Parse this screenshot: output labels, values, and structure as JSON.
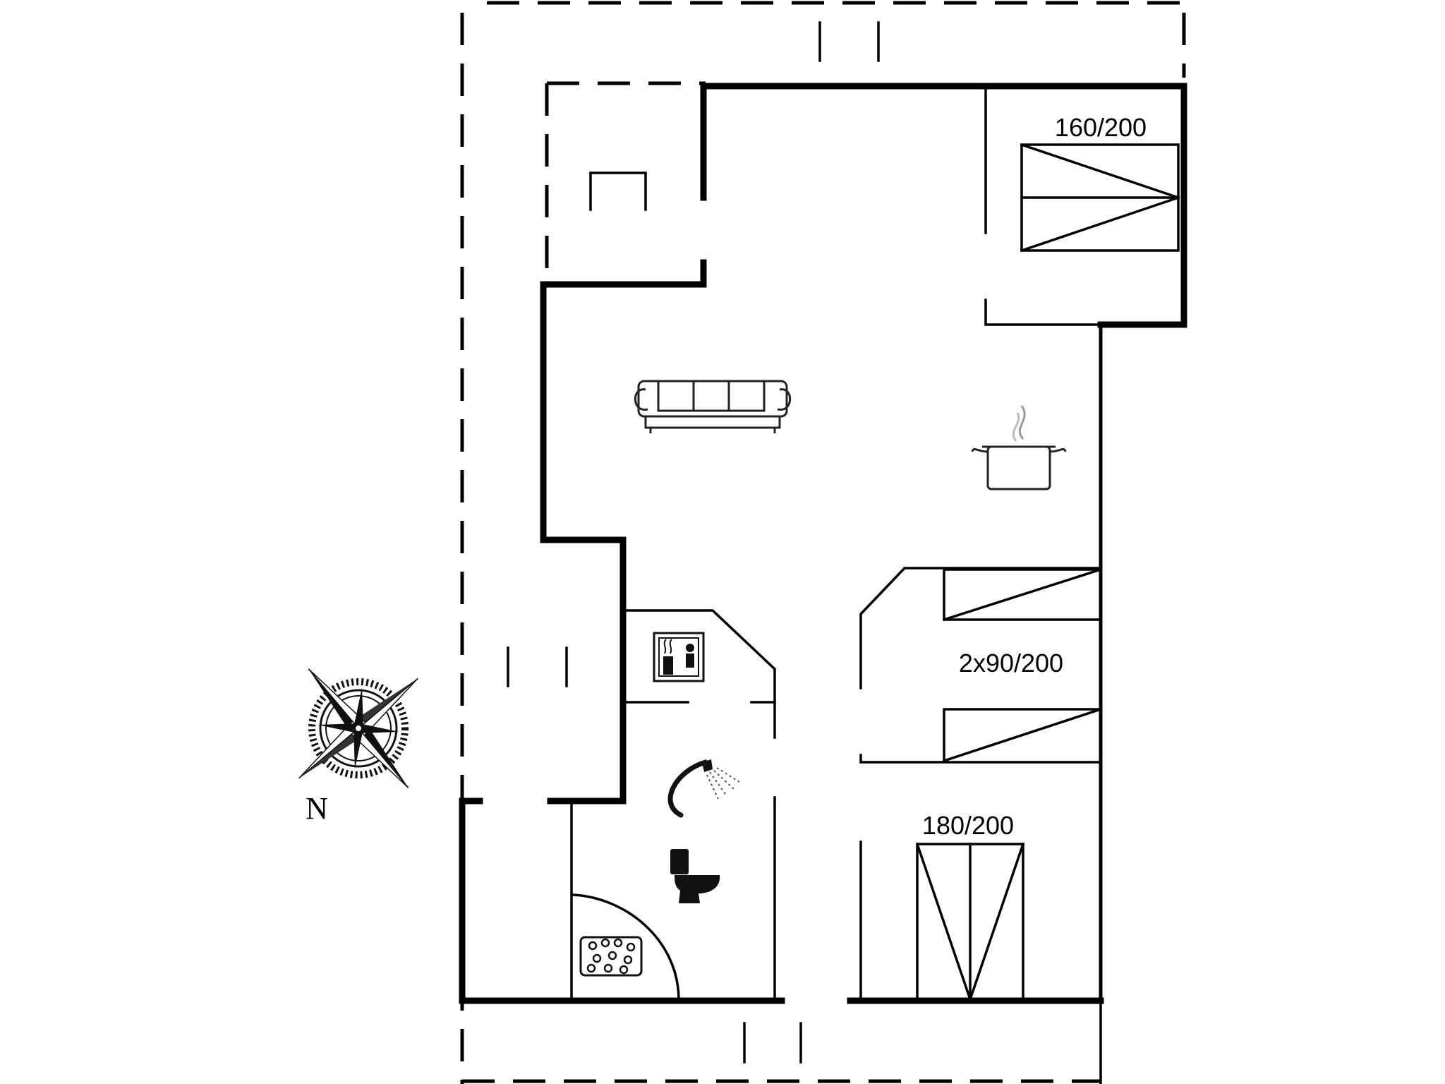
{
  "floorplan": {
    "beds": {
      "bed_double_top": "160/200",
      "bed_twin": "2x90/200",
      "bed_double_bottom": "180/200"
    },
    "compass": {
      "north_label": "N"
    },
    "icons": [
      "sofa-icon",
      "cooking-pot-icon",
      "sauna-icon",
      "shower-icon",
      "toilet-icon",
      "whirlpool-bath-icon",
      "compass-rose-icon"
    ]
  }
}
